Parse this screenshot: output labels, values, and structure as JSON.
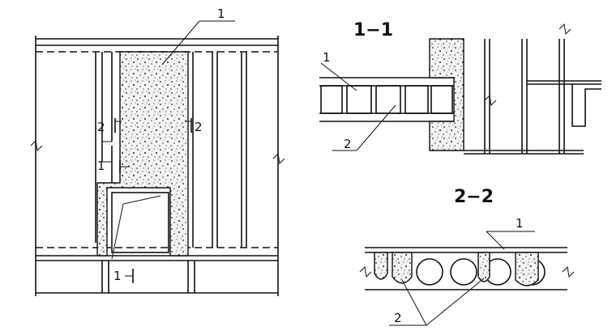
{
  "labels": {
    "elevation_callout": "1",
    "elevation_section_2_left": "2",
    "elevation_section_2_right": "2",
    "elevation_section_1_mid": "1",
    "elevation_section_1_bottom": "1",
    "section_1_1_title": "1−1",
    "section_1_1_callout_1": "1",
    "section_1_1_callout_2": "2",
    "section_2_2_title": "2−2",
    "section_2_2_callout_1": "1",
    "section_2_2_callout_2": "2"
  }
}
